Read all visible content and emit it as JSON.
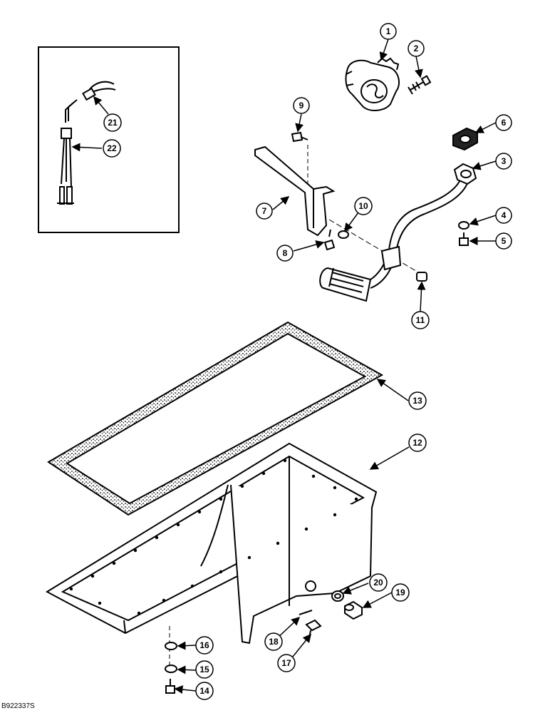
{
  "figure_code": "B922337S",
  "callouts": [
    {
      "label": "1"
    },
    {
      "label": "2"
    },
    {
      "label": "3"
    },
    {
      "label": "4"
    },
    {
      "label": "5"
    },
    {
      "label": "6"
    },
    {
      "label": "7"
    },
    {
      "label": "8"
    },
    {
      "label": "9"
    },
    {
      "label": "10"
    },
    {
      "label": "11"
    },
    {
      "label": "12"
    },
    {
      "label": "13"
    },
    {
      "label": "14"
    },
    {
      "label": "15"
    },
    {
      "label": "16"
    },
    {
      "label": "17"
    },
    {
      "label": "18"
    },
    {
      "label": "19"
    },
    {
      "label": "20"
    },
    {
      "label": "21"
    },
    {
      "label": "22"
    }
  ]
}
